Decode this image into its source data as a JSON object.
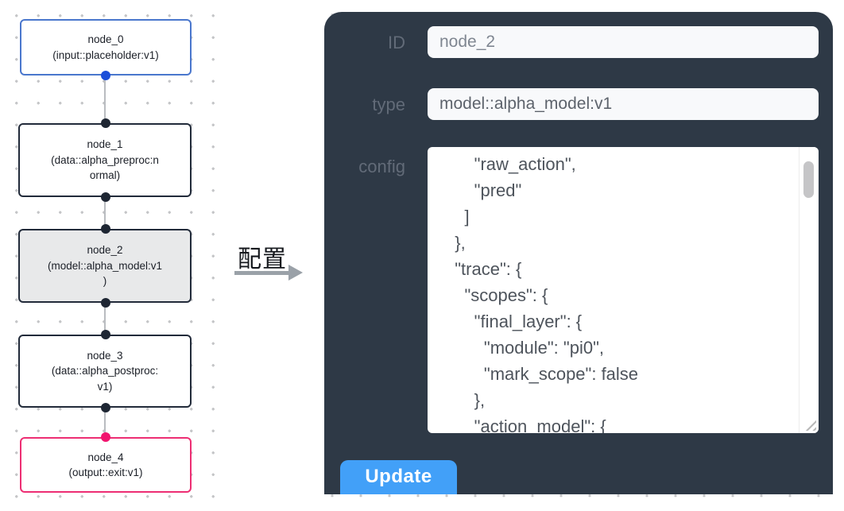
{
  "flow": {
    "nodes": [
      {
        "id": "node_0",
        "text": "node_0\n(input::placeholder:v1)"
      },
      {
        "id": "node_1",
        "text": "node_1\n(data::alpha_preproc:n\normal)"
      },
      {
        "id": "node_2",
        "text": "node_2\n(model::alpha_model:v1\n)"
      },
      {
        "id": "node_3",
        "text": "node_3\n(data::alpha_postproc:\nv1)"
      },
      {
        "id": "node_4",
        "text": "node_4\n(output::exit:v1)"
      }
    ]
  },
  "annotation": {
    "label": "配置"
  },
  "panel": {
    "fields": [
      {
        "label": "ID",
        "value": "node_2"
      },
      {
        "label": "type",
        "value": "model::alpha_model:v1"
      }
    ],
    "config": {
      "label": "config",
      "lines": [
        "      \"raw_action\",",
        "      \"pred\"",
        "    ]",
        "  },",
        "  \"trace\": {",
        "    \"scopes\": {",
        "      \"final_layer\": {",
        "        \"module\": \"pi0\",",
        "        \"mark_scope\": false",
        "      },",
        "      \"action_model\": {"
      ]
    },
    "update_label": "Update"
  },
  "colors": {
    "panel_bg": "#2e3946",
    "accent_blue": "#42a0f8",
    "selected_node_bg": "#e8e9ea",
    "input_node_border": "#4a77cd",
    "output_node_border": "#ed2e73",
    "port_blue": "#1c4fd9",
    "port_pink": "#f1146e",
    "port_dark": "#1e2633"
  }
}
